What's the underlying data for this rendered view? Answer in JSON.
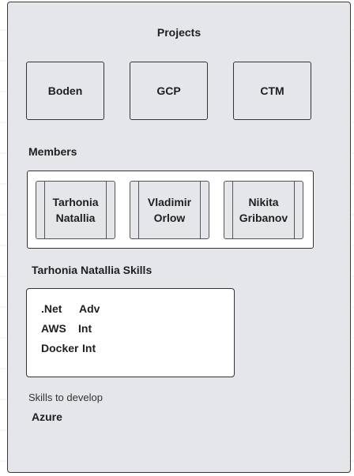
{
  "projects": {
    "title": "Projects",
    "items": [
      {
        "label": "Boden"
      },
      {
        "label": "GCP"
      },
      {
        "label": "CTM"
      }
    ]
  },
  "members": {
    "title": "Members",
    "items": [
      {
        "name": "Tarhonia\nNatallia"
      },
      {
        "name": "Vladimir\nOrlow"
      },
      {
        "name": "Nikita\nGribanov"
      }
    ]
  },
  "skills": {
    "title": "Tarhonia Natallia Skills",
    "items": [
      {
        "name": ".Net",
        "level": "Adv"
      },
      {
        "name": "AWS",
        "level": "Int"
      },
      {
        "name": "Docker",
        "level": "Int"
      }
    ]
  },
  "develop": {
    "label": "Skills to develop",
    "items": [
      "Azure"
    ]
  }
}
